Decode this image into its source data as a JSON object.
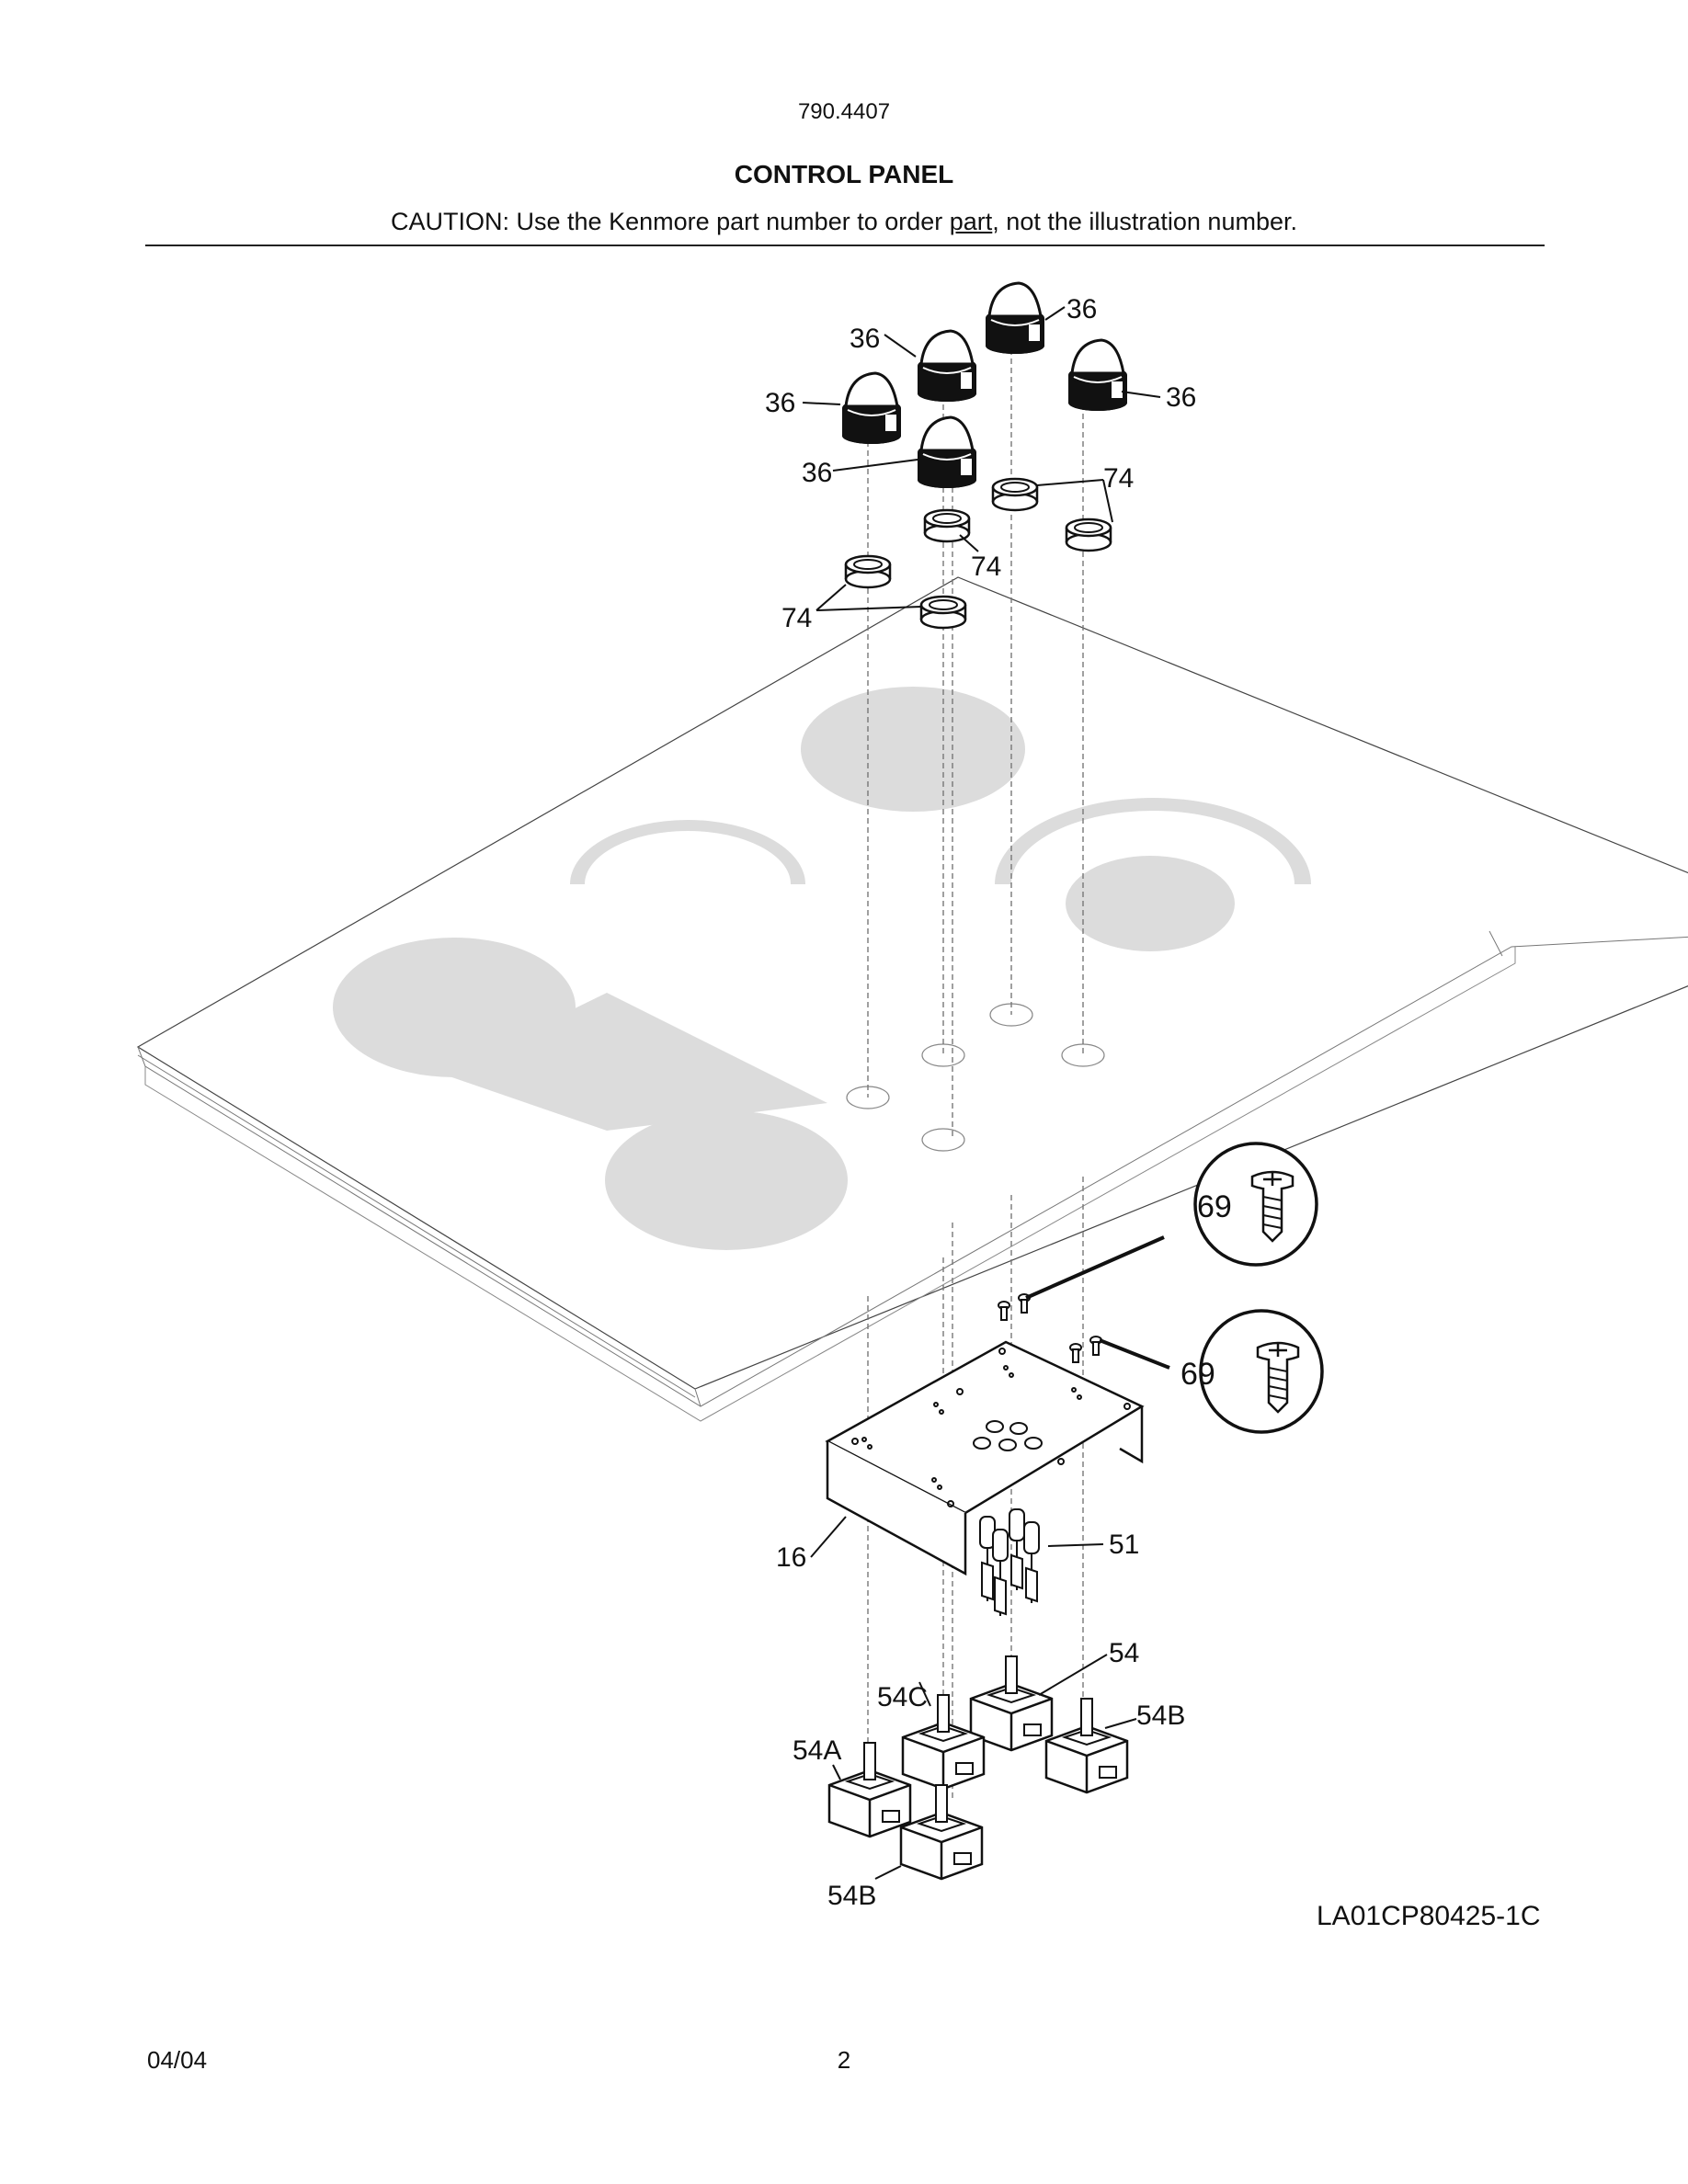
{
  "header": {
    "model_number": "790.4407",
    "title": "CONTROL PANEL",
    "caution_prefix": "CAUTION: Use the Kenmore part number to order ",
    "caution_underlined": "part",
    "caution_suffix": ", not the illustration number."
  },
  "callouts": {
    "knob": "36",
    "bezel": "74",
    "screw": "69",
    "bracket": "16",
    "indicator_lights": "51",
    "switch_54": "54",
    "switch_54a": "54A",
    "switch_54b": "54B",
    "switch_54c": "54C"
  },
  "drawing_id": "LA01CP80425-1C",
  "footer": {
    "date": "04/04",
    "page": "2"
  }
}
